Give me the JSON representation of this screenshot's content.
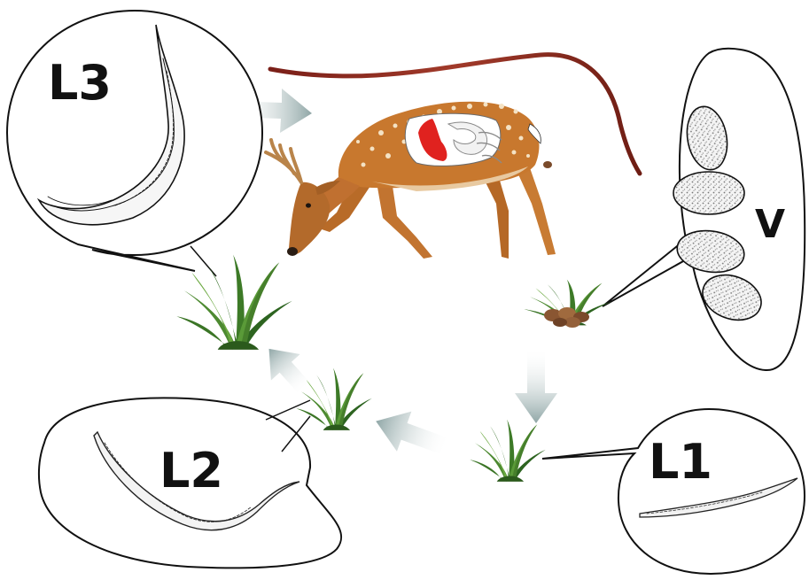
{
  "stages": {
    "l3": "L3",
    "eggs": "V",
    "l2": "L2",
    "l1": "L1"
  },
  "icons": [
    "deer-host-icon",
    "adult-worm-icon",
    "feces-on-grass-icon",
    "grass-tuft-icon",
    "egg-icon",
    "larva-icon",
    "cycle-arrow-icon"
  ],
  "colors": {
    "arrow": "#9fb4b4",
    "grass": "#3f7d2a",
    "deer_body": "#c8782e",
    "abomasum": "#e0221f",
    "worm": "#8a2d20",
    "outline": "#111111"
  }
}
